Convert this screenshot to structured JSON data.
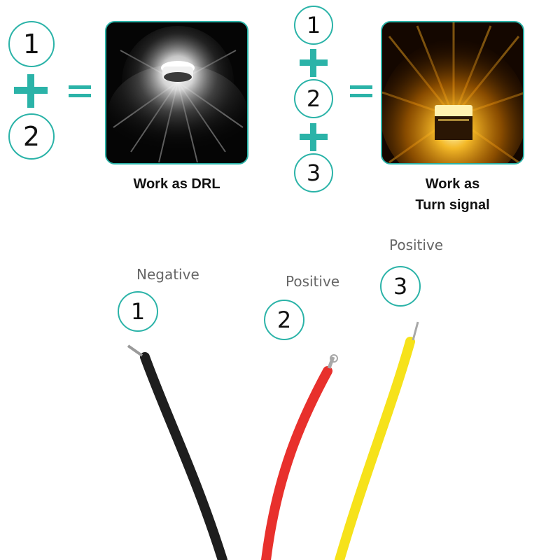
{
  "drl": {
    "steps": [
      "1",
      "2"
    ],
    "caption": "Work as DRL",
    "light_color": "#ffffff"
  },
  "turn": {
    "steps": [
      "1",
      "2",
      "3"
    ],
    "caption_line1": "Work as",
    "caption_line2": "Turn signal",
    "light_color": "#f5a300"
  },
  "wires": [
    {
      "number": "1",
      "label": "Negative",
      "color": "#1e1e1e"
    },
    {
      "number": "2",
      "label": "Positive",
      "color": "#e8302c"
    },
    {
      "number": "3",
      "label": "Positive",
      "color": "#f6e21a"
    }
  ],
  "accent": "#2bb3a8"
}
